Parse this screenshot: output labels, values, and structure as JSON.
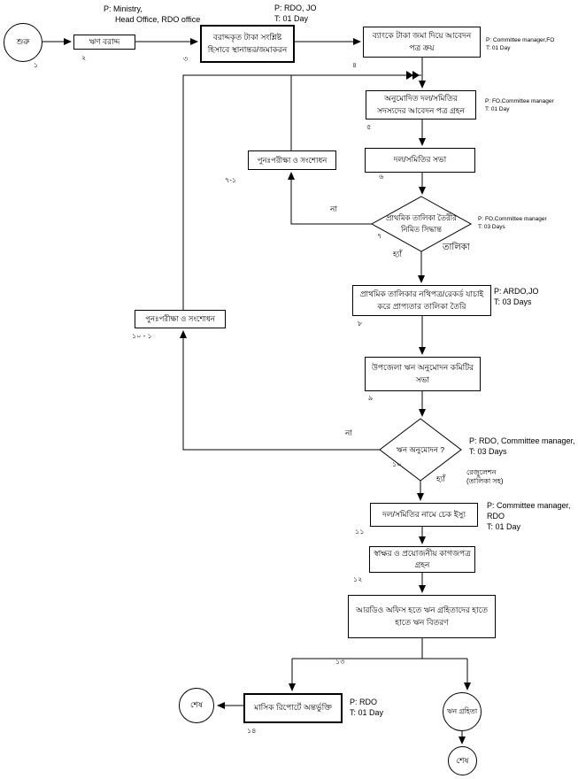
{
  "flowchart": {
    "start": {
      "label": "শুরু",
      "num": "১"
    },
    "step2": {
      "label": "ঋণ বরাদ্দ",
      "num": "২"
    },
    "step3": {
      "label": "বরাদ্দকৃত টাকা সংশ্লিষ্ট হিসাবে স্থানান্তর/জমাকরন",
      "num": "৩"
    },
    "step4": {
      "label": "ব্যাংকে টাকা জমা দিয়ে আবেদন পত্র ক্রয়",
      "num": "৪"
    },
    "step5": {
      "label": "অনুমোদিত দল/সমিতির সদস্যদের আবেদন পত্র গ্রহন",
      "num": "৫"
    },
    "step6": {
      "label": "দল/সমিতির সভা",
      "num": "৬"
    },
    "step7": {
      "label": "প্রাথমিক তালিকা তৈরীর নিমিত সিদ্ধান্ত",
      "num": "৭"
    },
    "step7_1": {
      "label": "পুনঃপরীক্ষা ও সংশোধন",
      "num": "৭-১"
    },
    "step8": {
      "label": "প্রাথমিক তালিকার নথিপত্র/রেকর্ড যাচাই করে প্রাপ্যতার তালিকা তৈরি",
      "num": "৮"
    },
    "step9": {
      "label": "উপজেলা ঋন অনুমোদন কমিটির সভা",
      "num": "৯"
    },
    "step10": {
      "label": "ঋন অনুমোদন ?",
      "num": "১০"
    },
    "step10_1": {
      "label": "পুনঃপরীক্ষা ও সংশোধন",
      "num": "১০ - ১"
    },
    "step11": {
      "label": "দল/সমিতির নামে চেক ইস্যু",
      "num": "১১"
    },
    "step12": {
      "label": "স্বাক্ষর ও প্রয়োজনীয় কাগজপত্র গ্রহন",
      "num": "১২"
    },
    "step13": {
      "label": "আরডিও অফিস হতে ঋন গ্রহিতাদের হাতে হাতে ঋন বিতরণ",
      "num": "১৩"
    },
    "step14": {
      "label": "মাসিক রিপোর্টে অন্তর্ভুক্তি",
      "num": "১৪"
    },
    "end_left": {
      "label": "শেষ"
    },
    "loan_recipient": {
      "label": "ঋন গ্রহিতা"
    },
    "end_bottom": {
      "label": "শেষ"
    }
  },
  "edge_labels": {
    "no1": "না",
    "yes1": "হ্যাঁ",
    "list1": "তালিকা",
    "no2": "না",
    "yes2": "হ্যাঁ",
    "resolution_line1": "রেজুলেশন",
    "resolution_line2": "(তালিকা সহ)"
  },
  "annotations": {
    "ministry": {
      "line1": "P:  Ministry,",
      "line2": "Head Office, RDO office"
    },
    "rdo_jo": {
      "line1": "P:  RDO, JO",
      "line2": "T:  01 Day"
    },
    "committee_fo": {
      "line1": "P:  Committee manager,FO",
      "line2": "T:  01 Day"
    },
    "fo_committee_1day": {
      "line1": "P:  FO,Committee manager",
      "line2": "T:  01 Day"
    },
    "fo_committee_3days": {
      "line1": "P:  FO,Committee manager",
      "line2": "T:  03 Days"
    },
    "ardo_jo": {
      "line1": "P: ARDO,JO",
      "line2": "T:  03 Days"
    },
    "rdo_committee": {
      "line1": "P: RDO, Committee manager,",
      "line2": "T:  03 Days"
    },
    "committee_rdo": {
      "line1": "P: Committee manager,",
      "line2": "RDO",
      "line3": "T:  01 Day"
    },
    "rdo_1day": {
      "line1": "P: RDO",
      "line2": "T:  01 Day"
    }
  }
}
